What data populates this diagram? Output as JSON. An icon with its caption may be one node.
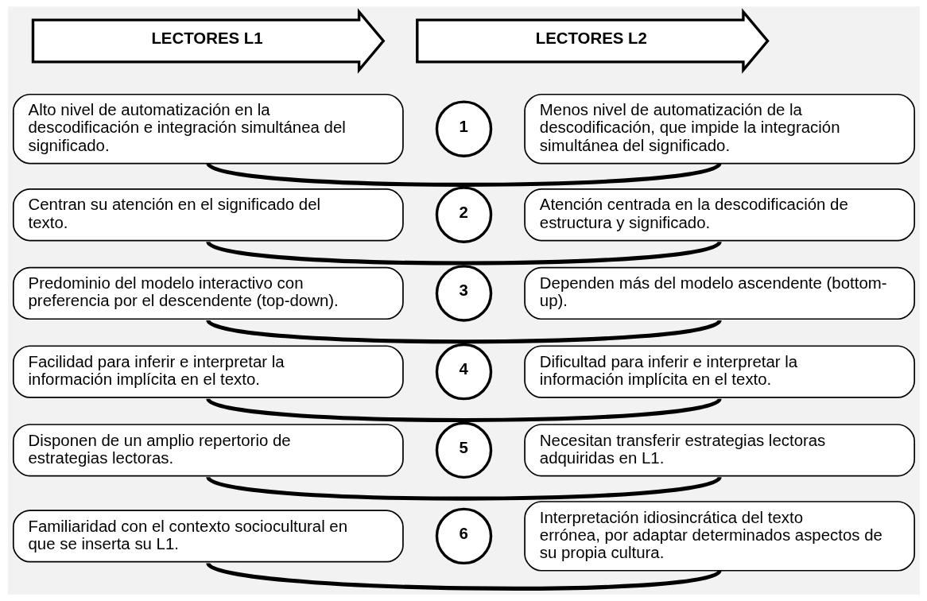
{
  "diagram": {
    "nodes": [
      {
        "text": [
          "LECTORES L1"
        ]
      },
      {
        "text": [
          "LECTORES L2"
        ]
      },
      {
        "text": [
          "Alto nivel de automatización en la descodificación e integración simultánea del significado."
        ]
      },
      {
        "text": [
          "1"
        ]
      },
      {
        "text": [
          "Menos nivel de automatización de la descodificación, que impide la integración simultánea del significado."
        ]
      },
      {
        "text": [
          "Centran su atención en el significado del texto."
        ]
      },
      {
        "text": [
          "2"
        ]
      },
      {
        "text": [
          "Atención centrada en la descodificación de estructura y significado."
        ]
      },
      {
        "text": [
          "Predominio del modelo interactivo con preferencia por el descendente (top-down)."
        ]
      },
      {
        "text": [
          "3"
        ]
      },
      {
        "text": [
          "Dependen más del modelo ascendente (bottom-up)."
        ]
      },
      {
        "text": [
          "Facilidad para inferir e interpretar la información implícita en el texto."
        ]
      },
      {
        "text": [
          "4"
        ]
      },
      {
        "text": [
          "Dificultad para inferir e interpretar la información implícita en el texto."
        ]
      },
      {
        "text": [
          "Disponen de un amplio repertorio de estrategias lectoras."
        ]
      },
      {
        "text": [
          "5"
        ]
      },
      {
        "text": [
          "Necesitan transferir estrategias lectoras adquiridas en L1."
        ]
      },
      {
        "text": [
          "Familiaridad con el contexto sociocultural en que se inserta su L1."
        ]
      },
      {
        "text": [
          "6"
        ]
      },
      {
        "text": [
          "Interpretación idiosincrática del texto errónea, por adaptar determinados aspectos de su propia cultura."
        ]
      }
    ],
    "edges": [
      {
        "from": 2,
        "to": 4,
        "arrow": "none"
      },
      {
        "from": 5,
        "to": 7,
        "arrow": "none"
      },
      {
        "from": 8,
        "to": 10,
        "arrow": "none"
      },
      {
        "from": 11,
        "to": 13,
        "arrow": "none"
      },
      {
        "from": 14,
        "to": 16,
        "arrow": "none"
      },
      {
        "from": 17,
        "to": 19,
        "arrow": "none"
      }
    ]
  }
}
